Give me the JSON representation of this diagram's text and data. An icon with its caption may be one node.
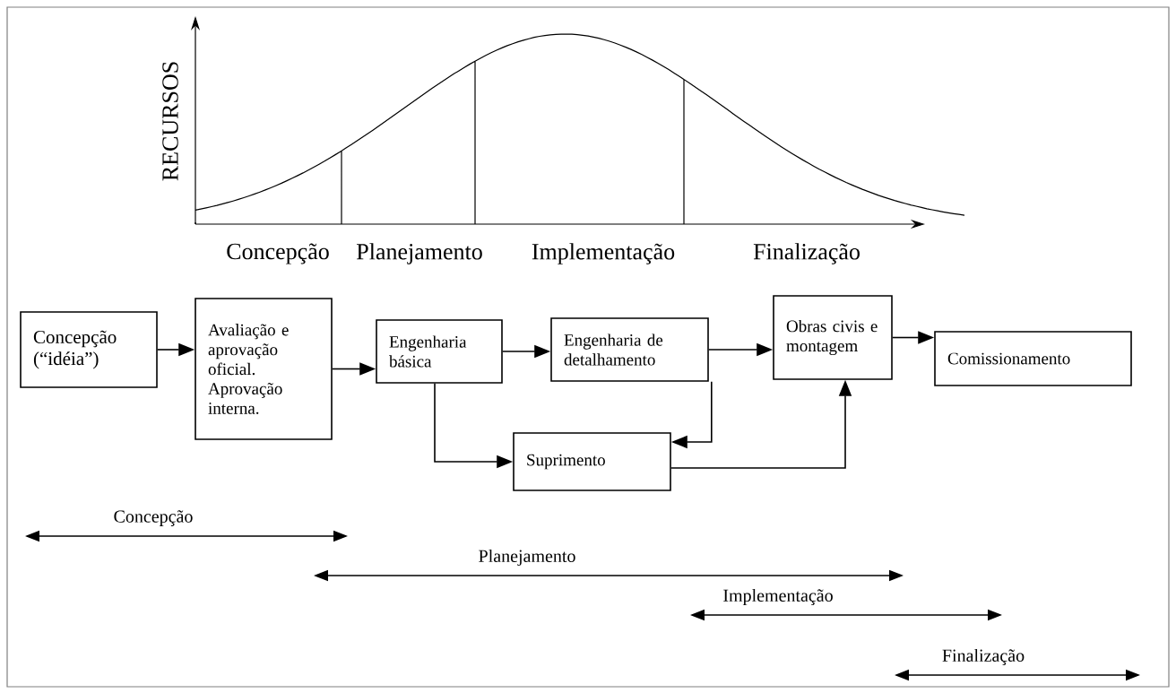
{
  "diagram": {
    "nodes": [
      {
        "text": [
          "Concepção (“idéia”)"
        ]
      },
      {
        "text": [
          "Avaliação e aprovação oficial. Aprovação interna."
        ]
      },
      {
        "text": [
          "Engenharia básica"
        ]
      },
      {
        "text": [
          "Engenharia de detalhamento"
        ]
      },
      {
        "text": [
          "Obras civis e montagem"
        ]
      },
      {
        "text": [
          "Comissionamento"
        ]
      },
      {
        "text": [
          "Suprimento"
        ]
      }
    ],
    "edges": [
      {
        "from": 0,
        "to": 1,
        "arrow": "to"
      },
      {
        "from": 1,
        "to": 2,
        "arrow": "to"
      },
      {
        "from": 2,
        "to": 3,
        "arrow": "to"
      },
      {
        "from": 3,
        "to": 4,
        "arrow": "to"
      },
      {
        "from": 4,
        "to": 5,
        "arrow": "to"
      },
      {
        "from": 2,
        "to": 6,
        "arrow": "to"
      },
      {
        "from": 3,
        "to": 6,
        "arrow": "to"
      },
      {
        "from": 6,
        "to": 4,
        "arrow": "to"
      }
    ],
    "labels": [
      "RECURSOS",
      "Concepção",
      "Planejamento",
      "Implementação",
      "Finalização",
      "Concepção",
      "Planejamento",
      "Implementação",
      "Finalização"
    ]
  }
}
